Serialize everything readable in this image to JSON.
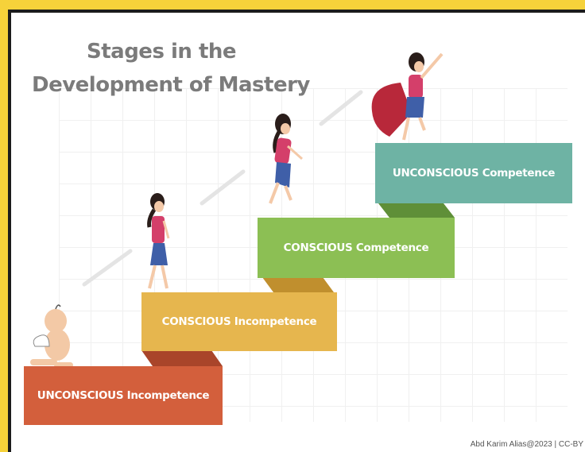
{
  "title": {
    "line1": "Stages in the",
    "line2": "Development of Mastery"
  },
  "stages": [
    {
      "label": "UNCONSCIOUS Incompetence",
      "color": "#d35f3c",
      "top_color": "#a9452a"
    },
    {
      "label": "CONSCIOUS Incompetence",
      "color": "#e6b64e",
      "top_color": "#c08f2e"
    },
    {
      "label": "CONSCIOUS Competence",
      "color": "#8cbf54",
      "top_color": "#5f8f38"
    },
    {
      "label": "UNCONSCIOUS Competence",
      "color": "#6eb3a4",
      "top_color": "#4f8d80"
    }
  ],
  "credit": "Abd Karim Alias@2023 | CC-BY",
  "colors": {
    "frame": "#f6d23a",
    "title": "#7b7b7b",
    "shirt": "#d43f6a",
    "skirt": "#3f5fa8",
    "hair": "#2a1d1a",
    "skin": "#f4c9a8",
    "cape": "#b8283a"
  }
}
